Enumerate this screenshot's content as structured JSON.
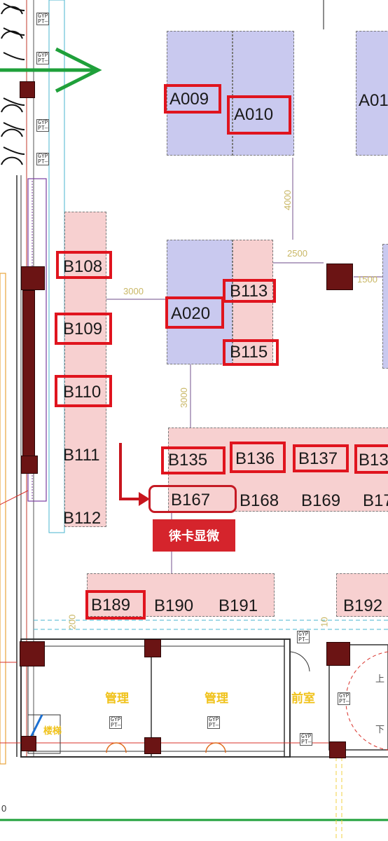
{
  "booths": [
    {
      "id": "A009",
      "zone": "A",
      "highlight": "red-box"
    },
    {
      "id": "A010",
      "zone": "A",
      "highlight": "red-box"
    },
    {
      "id": "A01",
      "zone": "A",
      "highlight": "none"
    },
    {
      "id": "A020",
      "zone": "A",
      "highlight": "red-box"
    },
    {
      "id": "B108",
      "zone": "B",
      "highlight": "red-box"
    },
    {
      "id": "B109",
      "zone": "B",
      "highlight": "red-box"
    },
    {
      "id": "B110",
      "zone": "B",
      "highlight": "red-box"
    },
    {
      "id": "B111",
      "zone": "B",
      "highlight": "none"
    },
    {
      "id": "B112",
      "zone": "B",
      "highlight": "none"
    },
    {
      "id": "B113",
      "zone": "B",
      "highlight": "red-box"
    },
    {
      "id": "B115",
      "zone": "B",
      "highlight": "red-box"
    },
    {
      "id": "B135",
      "zone": "B",
      "highlight": "red-box"
    },
    {
      "id": "B136",
      "zone": "B",
      "highlight": "red-box"
    },
    {
      "id": "B137",
      "zone": "B",
      "highlight": "red-box"
    },
    {
      "id": "B13",
      "zone": "B",
      "highlight": "red-box"
    },
    {
      "id": "B167",
      "zone": "B",
      "highlight": "rounded-box"
    },
    {
      "id": "B168",
      "zone": "B",
      "highlight": "none"
    },
    {
      "id": "B169",
      "zone": "B",
      "highlight": "none"
    },
    {
      "id": "B17",
      "zone": "B",
      "highlight": "none"
    },
    {
      "id": "B189",
      "zone": "B",
      "highlight": "red-box"
    },
    {
      "id": "B190",
      "zone": "B",
      "highlight": "none"
    },
    {
      "id": "B191",
      "zone": "B",
      "highlight": "none"
    },
    {
      "id": "B192",
      "zone": "B",
      "highlight": "none"
    }
  ],
  "callout": {
    "text": "徕卡显微",
    "points_to": "B167"
  },
  "dimensions": [
    "4000",
    "2500",
    "1500",
    "3000",
    "3000",
    "200",
    "10"
  ],
  "rooms": [
    "管理",
    "管理",
    "前室",
    "楼梯",
    "上",
    "下"
  ],
  "door_tag": {
    "line1": "GYP",
    "line2": "PT—"
  },
  "edge_number": "0",
  "colors": {
    "zone_a": "#c9c9ef",
    "zone_b": "#f7d0d0",
    "highlight": "#e0141e",
    "callout": "#d5242c",
    "entrance_arrow": "#1fa03a",
    "wall": "#6b1414",
    "dimension": "#c9b765",
    "room_label": "#f0c21a"
  },
  "icons": [
    "entrance-arrow-icon",
    "pointer-arrow-icon",
    "door-swing-icon",
    "pillar-icon"
  ]
}
